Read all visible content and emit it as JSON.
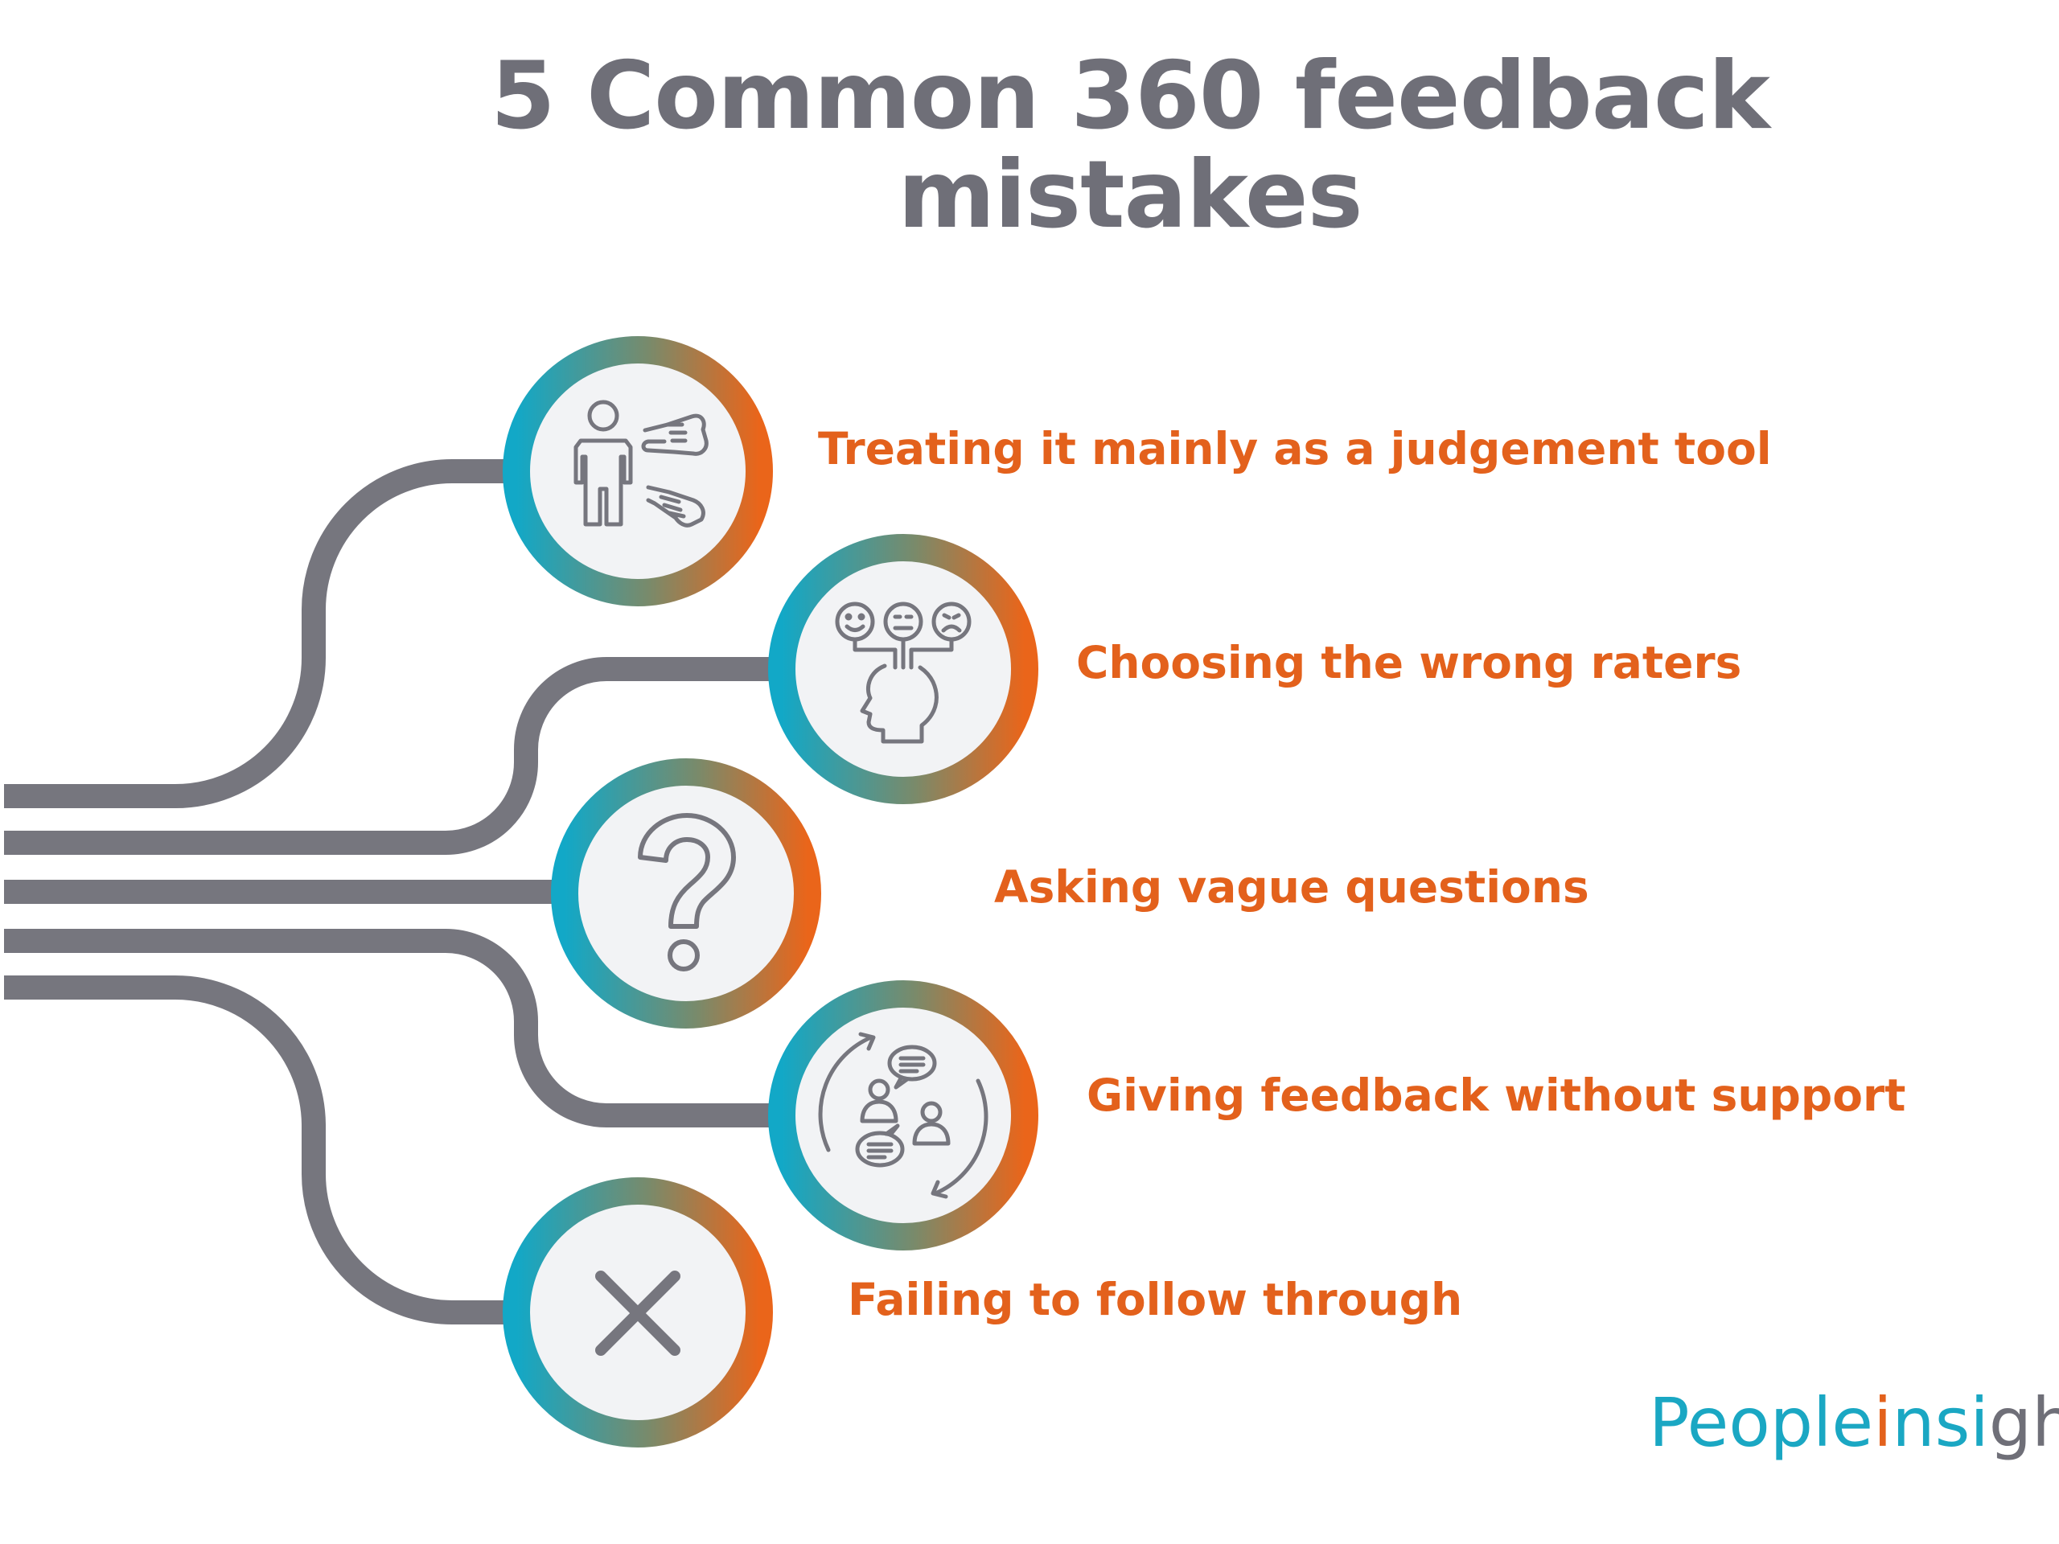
{
  "title": {
    "line1": "5 Common 360 feedback",
    "line2": "mistakes"
  },
  "colors": {
    "title": "#6f6f78",
    "label": "#e3611c",
    "connector": "#76767e",
    "ring_start": "#12a8c7",
    "ring_end": "#ea651a",
    "circle_fill": "#f2f3f5",
    "icon_stroke": "#76767e"
  },
  "items": [
    {
      "icon": "person-with-pointing-hands-icon",
      "label": "Treating it mainly as a judgement tool"
    },
    {
      "icon": "rater-emotions-head-icon",
      "label": "Choosing the wrong raters"
    },
    {
      "icon": "question-mark-icon",
      "label": "Asking vague questions"
    },
    {
      "icon": "conversation-cycle-icon",
      "label": "Giving feedback without support"
    },
    {
      "icon": "x-mark-icon",
      "label": "Failing to follow through"
    }
  ],
  "logo": {
    "part1": "People",
    "part2": "i",
    "part3": "nsi",
    "part4": "ght"
  }
}
